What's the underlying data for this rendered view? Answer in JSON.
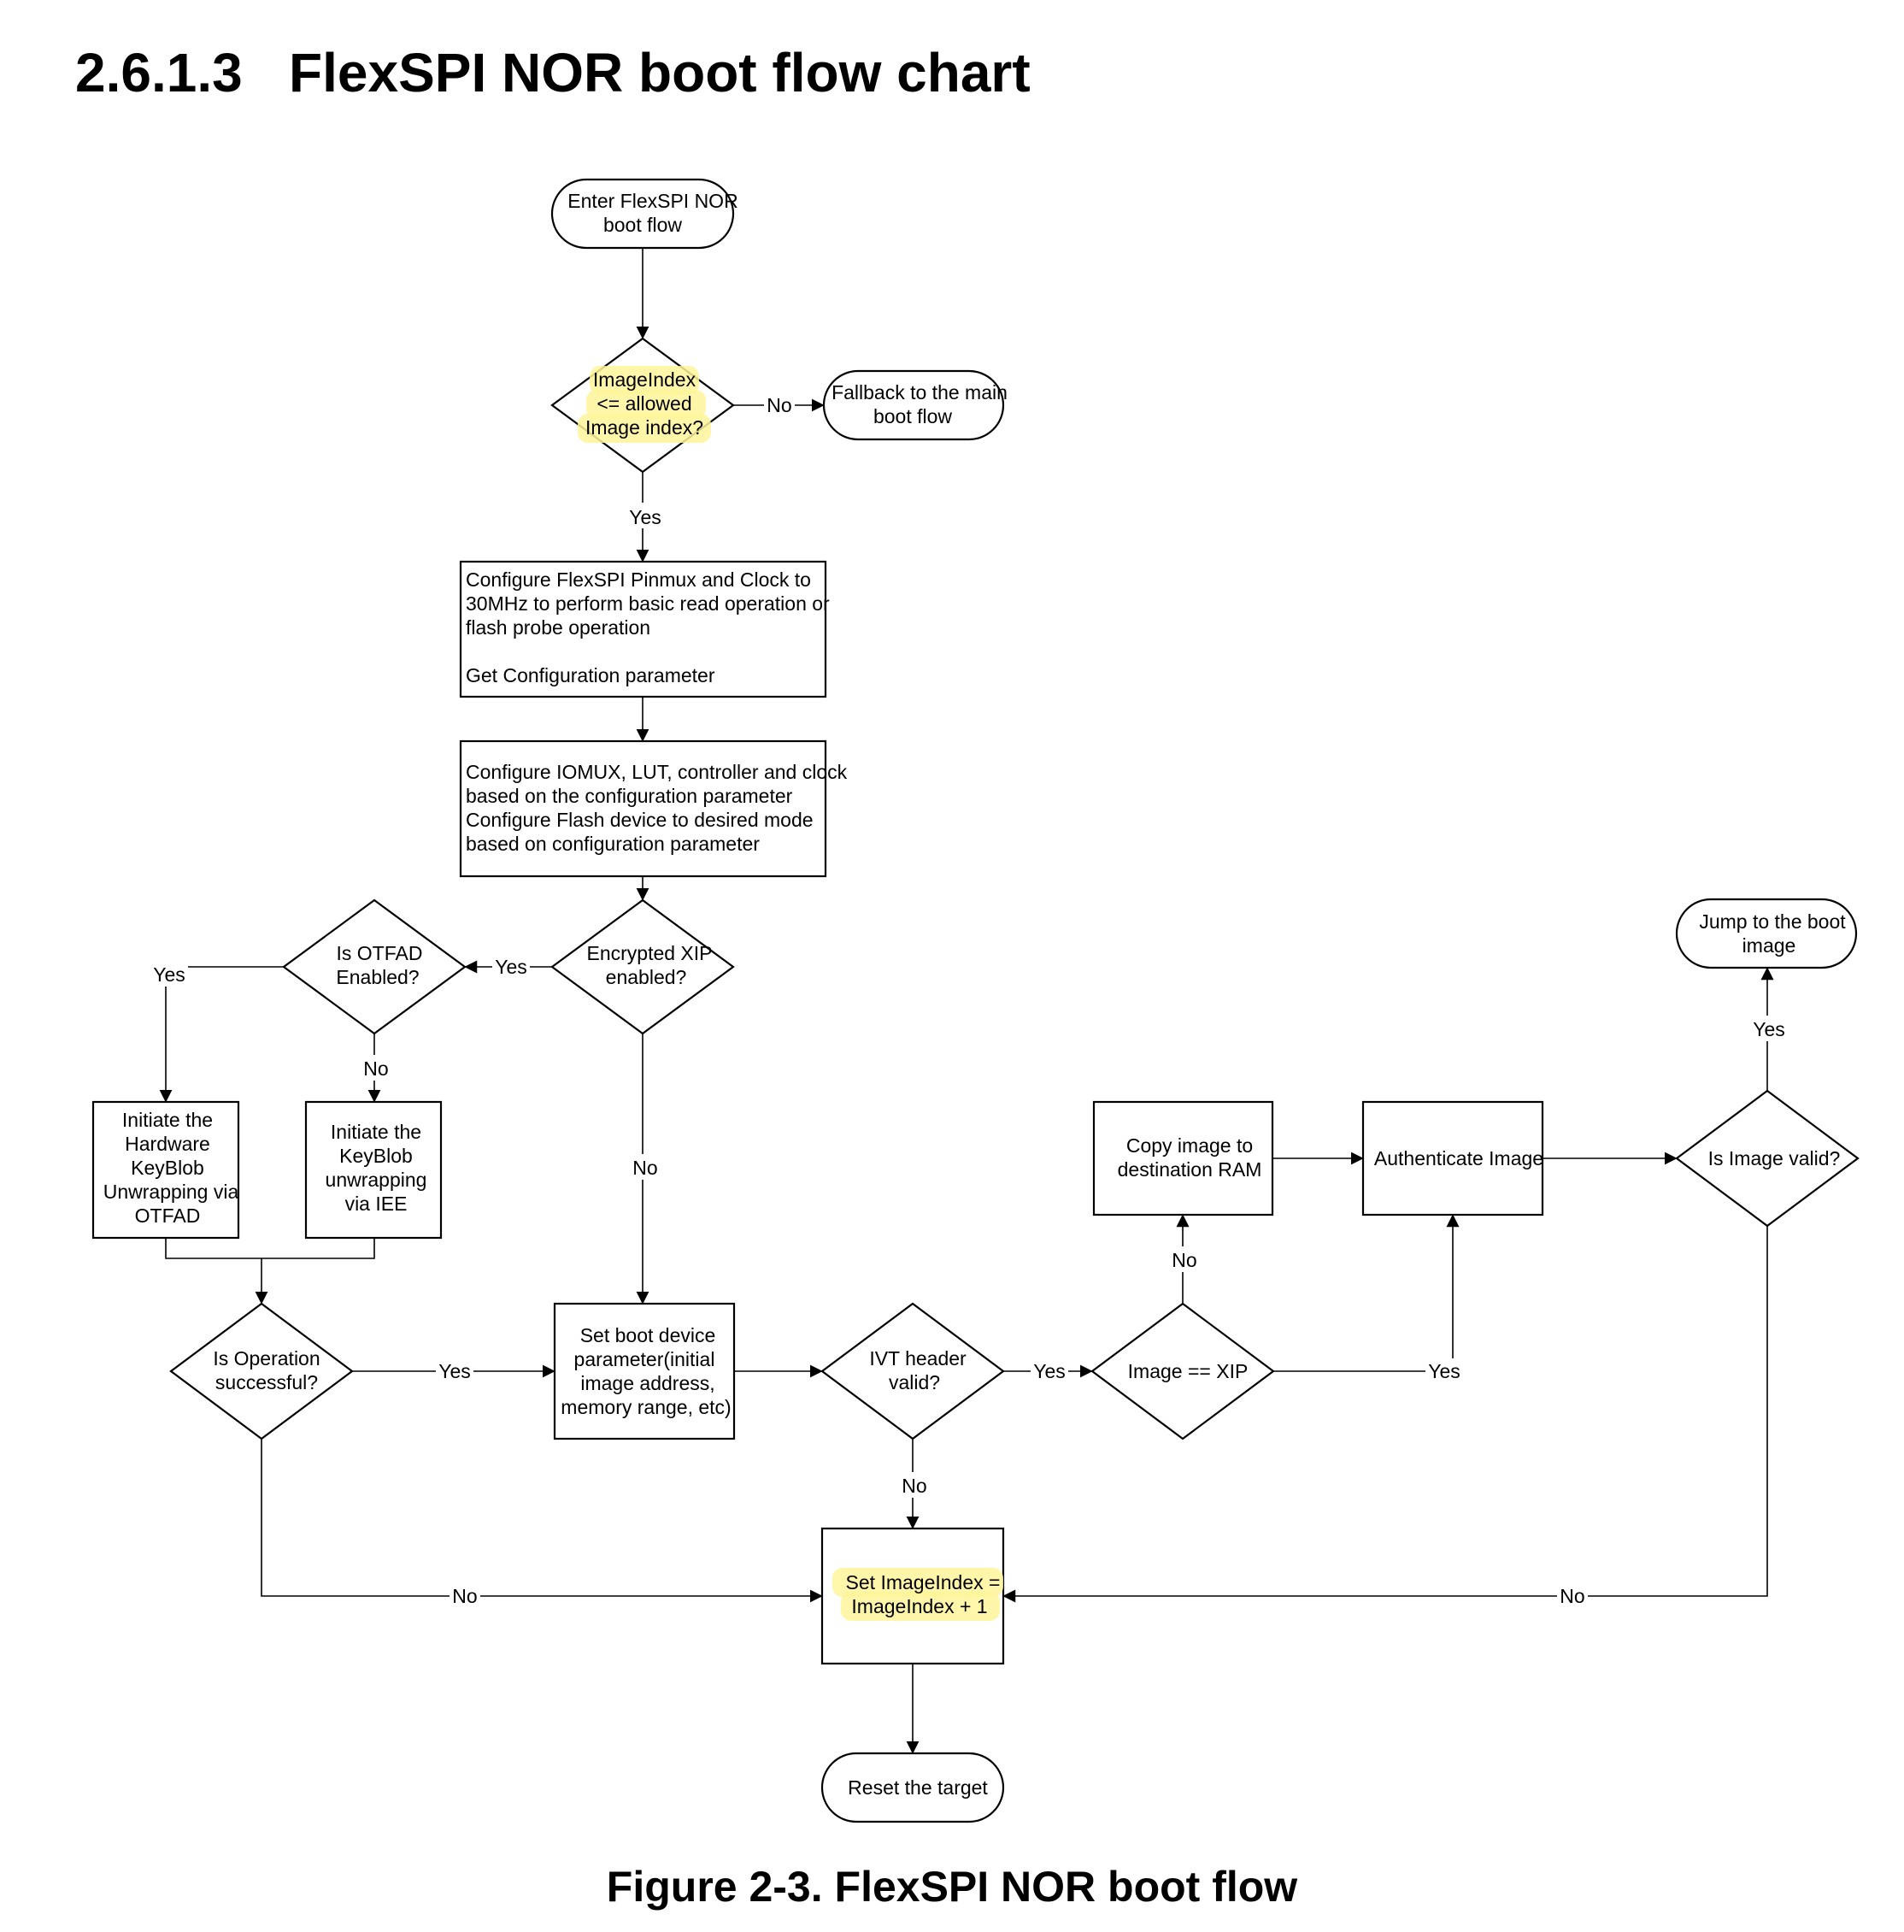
{
  "section": {
    "number": "2.6.1.3",
    "title": "FlexSPI NOR boot flow chart"
  },
  "caption": "Figure 2-3. FlexSPI NOR boot flow",
  "highlight_color": "#fff59a",
  "nodes": {
    "start": [
      "Enter FlexSPI NOR",
      "boot flow"
    ],
    "image_index_check": [
      "ImageIndex",
      "<= allowed",
      "Image index?"
    ],
    "fallback": [
      "Fallback to the main",
      "boot flow"
    ],
    "configure_pinmux": [
      "Configure FlexSPI Pinmux and Clock to",
      "30MHz to perform basic read operation or",
      "flash probe operation",
      "",
      "Get Configuration parameter"
    ],
    "configure_iomux": [
      "Configure IOMUX, LUT, controller and clock",
      "based on the configuration parameter",
      "Configure Flash device to desired mode",
      "based on configuration parameter"
    ],
    "encrypted_xip": [
      "Encrypted XIP",
      "enabled?"
    ],
    "otfad_enabled": [
      "Is OTFAD",
      "Enabled?"
    ],
    "hw_keyblob": [
      "Initiate the",
      "Hardware",
      "KeyBlob",
      "Unwrapping via",
      "OTFAD"
    ],
    "iee_keyblob": [
      "Initiate the",
      "KeyBlob",
      "unwrapping",
      "via IEE"
    ],
    "op_success": [
      "Is Operation",
      "successful?"
    ],
    "set_boot_param": [
      "Set boot device",
      "parameter(initial",
      "image address,",
      "memory range, etc)"
    ],
    "ivt_valid": [
      "IVT header",
      "valid?"
    ],
    "image_xip": [
      "Image == XIP"
    ],
    "copy_image": [
      "Copy image to",
      "destination RAM"
    ],
    "authenticate": [
      "Authenticate Image"
    ],
    "image_valid": [
      "Is Image valid?"
    ],
    "jump": [
      "Jump to the boot",
      "image"
    ],
    "set_image_index": [
      "Set ImageIndex =",
      "ImageIndex + 1"
    ],
    "reset": [
      "Reset the target"
    ]
  },
  "edge_labels": {
    "index_no": "No",
    "index_yes": "Yes",
    "encrypted_yes": "Yes",
    "encrypted_no": "No",
    "otfad_yes": "Yes",
    "otfad_no": "No",
    "op_yes": "Yes",
    "op_no": "No",
    "ivt_yes": "Yes",
    "ivt_no": "No",
    "xip_no": "No",
    "xip_yes": "Yes",
    "valid_yes": "Yes",
    "valid_no": "No"
  }
}
